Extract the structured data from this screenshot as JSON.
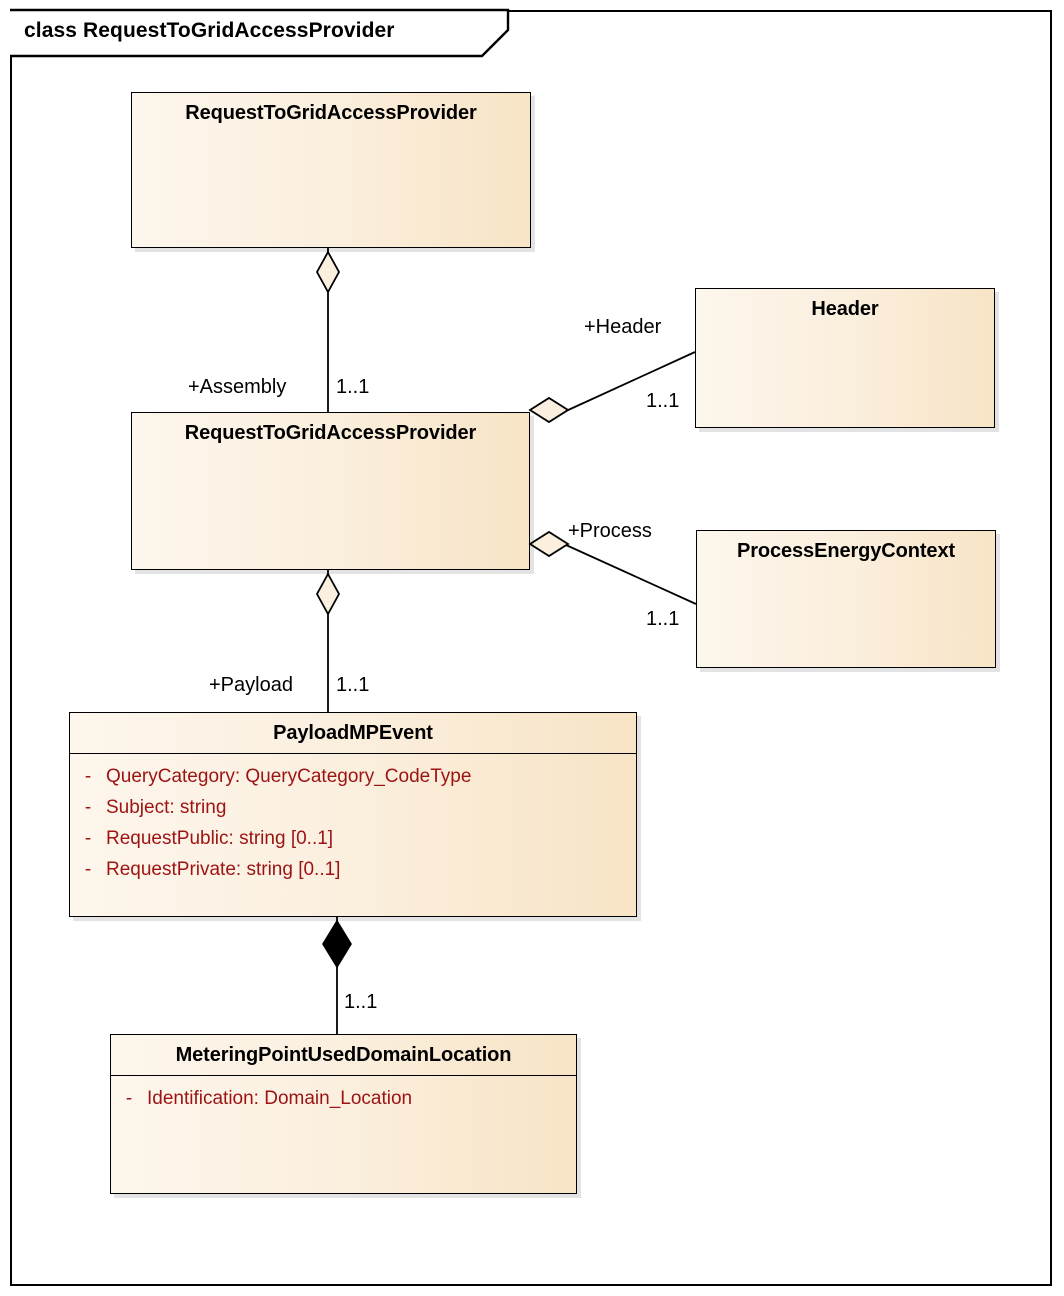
{
  "diagram": {
    "frame_title_keyword": "class",
    "frame_title_name": "RequestToGridAccessProvider",
    "frame_title_full": "class RequestToGridAccessProvider",
    "type": "uml-class-diagram",
    "colors": {
      "class_fill_light": "#FDF6EC",
      "class_fill_dark": "#F8E4C6",
      "border": "#000000",
      "attribute_text": "#9C1313",
      "title_text": "#000000",
      "background": "#FFFFFF"
    }
  },
  "classes": {
    "top_provider": {
      "name": "RequestToGridAccessProvider",
      "attributes": []
    },
    "mid_provider": {
      "name": "RequestToGridAccessProvider",
      "attributes": []
    },
    "header": {
      "name": "Header",
      "attributes": []
    },
    "process_energy_context": {
      "name": "ProcessEnergyContext",
      "attributes": []
    },
    "payload_mp_event": {
      "name": "PayloadMPEvent",
      "attributes": [
        {
          "visibility": "-",
          "text": "QueryCategory: QueryCategory_CodeType"
        },
        {
          "visibility": "-",
          "text": "Subject: string"
        },
        {
          "visibility": "-",
          "text": "RequestPublic: string [0..1]"
        },
        {
          "visibility": "-",
          "text": "RequestPrivate: string [0..1]"
        }
      ]
    },
    "metering_point": {
      "name": "MeteringPointUsedDomainLocation",
      "attributes": [
        {
          "visibility": "-",
          "text": "Identification: Domain_Location"
        }
      ]
    }
  },
  "relationships": {
    "assembly": {
      "role": "+Assembly",
      "multiplicity": "1..1",
      "kind": "aggregation"
    },
    "header": {
      "role": "+Header",
      "multiplicity": "1..1",
      "kind": "aggregation"
    },
    "process": {
      "role": "+Process",
      "multiplicity": "1..1",
      "kind": "aggregation"
    },
    "payload": {
      "role": "+Payload",
      "multiplicity": "1..1",
      "kind": "aggregation"
    },
    "metering": {
      "role": "",
      "multiplicity": "1..1",
      "kind": "composition"
    }
  }
}
